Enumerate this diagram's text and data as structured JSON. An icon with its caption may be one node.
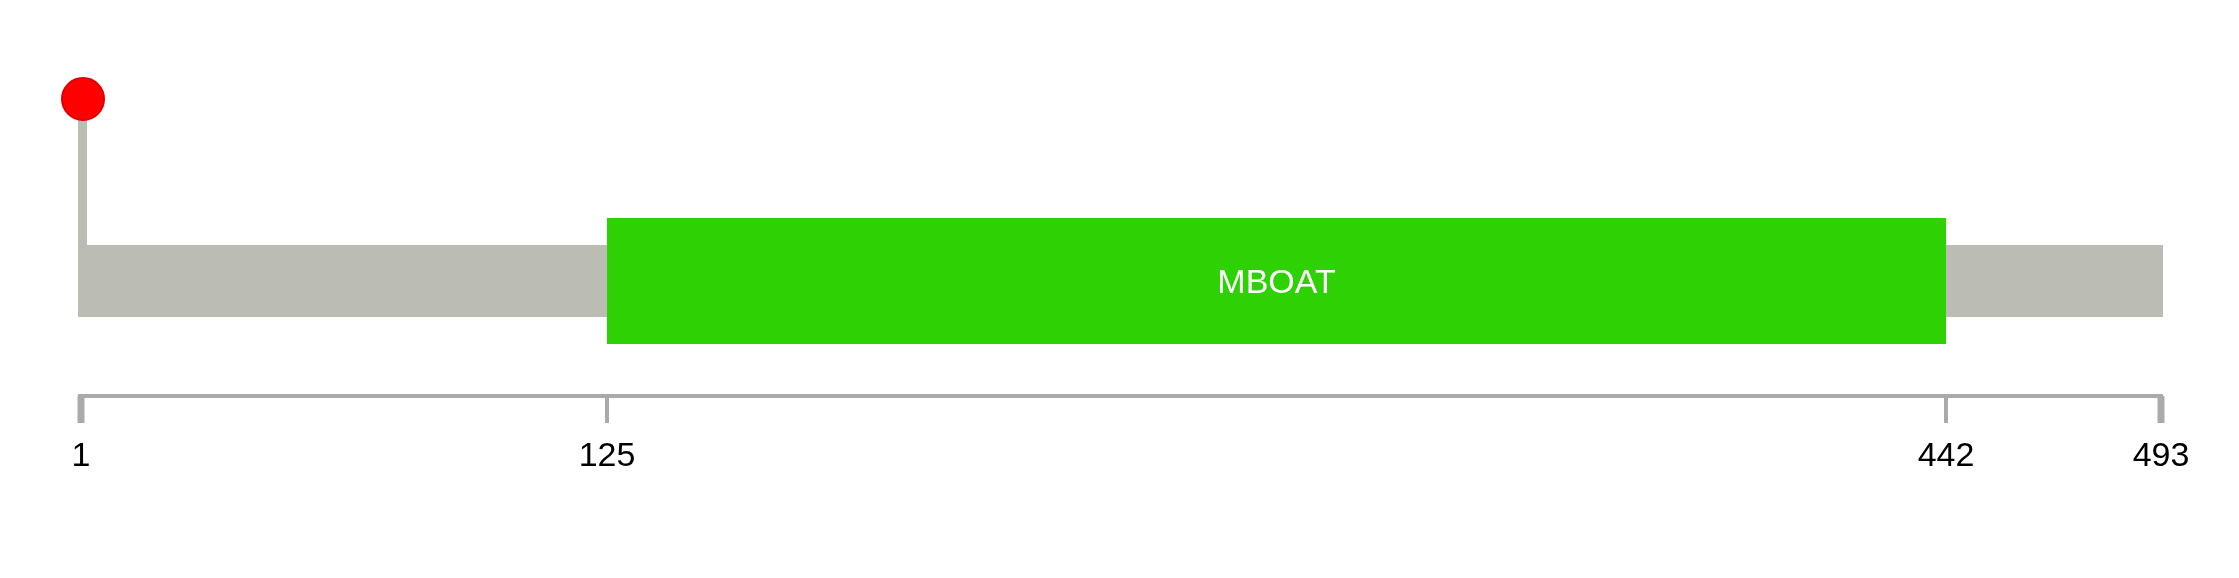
{
  "diagram": {
    "nodes": [
      {
        "text": [
          "MBOAT"
        ]
      }
    ],
    "labels": [
      "1",
      "125",
      "442",
      "493"
    ]
  }
}
